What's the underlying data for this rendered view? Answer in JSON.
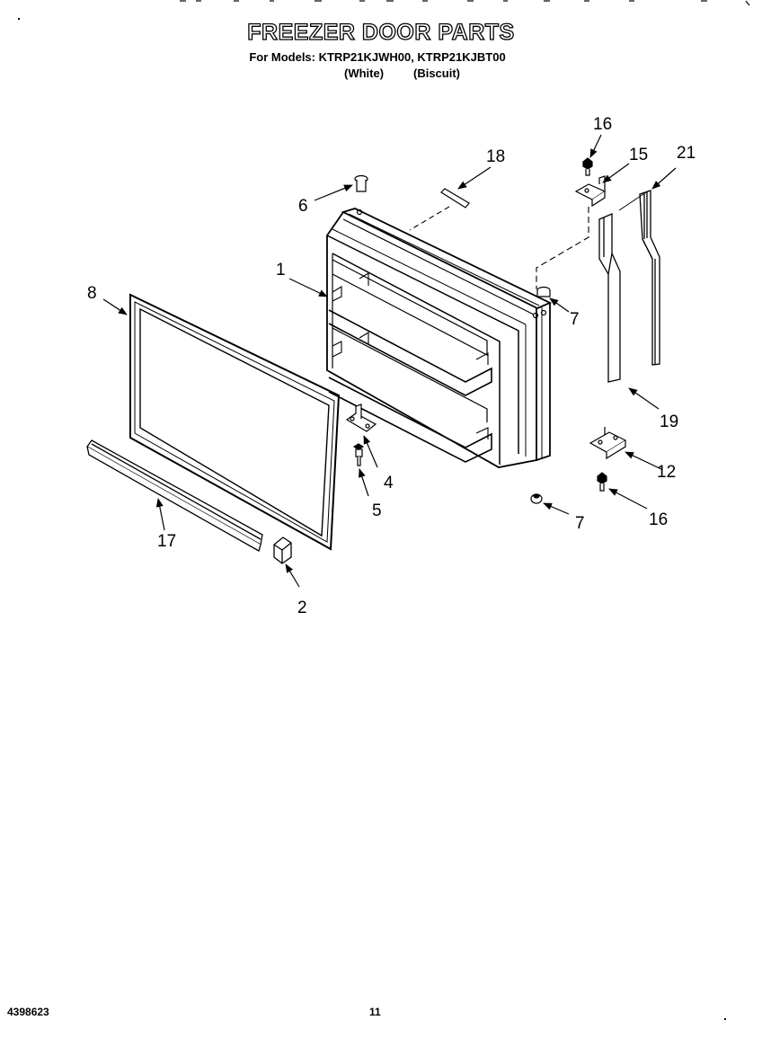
{
  "header": {
    "title": "FREEZER DOOR PARTS",
    "models_line": "For Models: KTRP21KJWH00, KTRP21KJBT00",
    "variant_white": "(White)",
    "variant_biscuit": "(Biscuit)"
  },
  "callouts": {
    "c1": "1",
    "c2": "2",
    "c4": "4",
    "c5": "5",
    "c6": "6",
    "c7a": "7",
    "c7b": "7",
    "c8": "8",
    "c12": "12",
    "c15": "15",
    "c16a": "16",
    "c16b": "16",
    "c17": "17",
    "c18": "18",
    "c19": "19",
    "c21": "21"
  },
  "footer": {
    "doc_number": "4398623",
    "page_number": "11"
  }
}
